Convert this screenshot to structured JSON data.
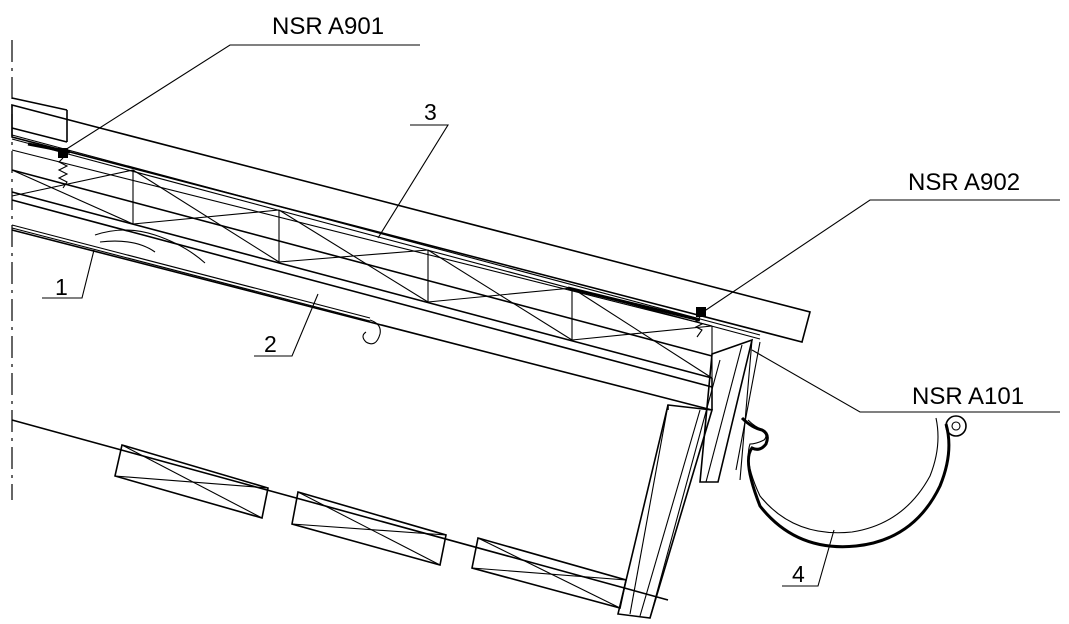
{
  "callouts": {
    "a901": "NSR A901",
    "a902": "NSR A902",
    "a101": "NSR A101"
  },
  "parts": {
    "p1": "1",
    "p2": "2",
    "p3": "3",
    "p4": "4"
  }
}
